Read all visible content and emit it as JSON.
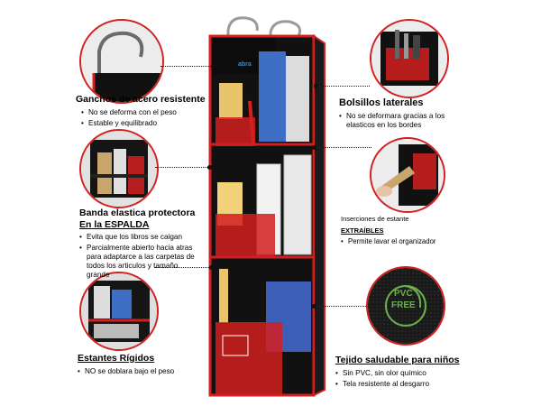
{
  "brand": "abra",
  "colors": {
    "accent": "#d21f1f",
    "body": "#111111",
    "pvc_green": "#6bb04a"
  },
  "left": {
    "hooks": {
      "title": "Ganchos de acero resistente",
      "bullets": [
        "No se deforma con el peso",
        "Estable y equilibrado"
      ]
    },
    "band": {
      "title_line1": "Banda elastica protectora",
      "title_line2": "En la ESPALDA",
      "bullets": [
        "Evita que los libros se caigan",
        "Parcialmente abierto hacia atras para adaptarce a las carpetas de todos los articulos y tamaño grande"
      ]
    },
    "shelves": {
      "title": "Estantes Rígidos",
      "bullets": [
        "NO se doblara bajo el peso"
      ]
    }
  },
  "right": {
    "pockets": {
      "title": "Bolsillos laterales",
      "bullets": [
        "No se deformara gracias a los elasticos en los bordes"
      ]
    },
    "inserts": {
      "line1": "Inserciones de estante",
      "line2": "EXTRAÍBLES",
      "bullets": [
        "Permite lavar el organizador"
      ]
    },
    "fabric": {
      "title": "Tejido saludable para niños",
      "bullets": [
        "Sin PVC, sin olor químico",
        "Tela resistente al desgarro"
      ]
    }
  },
  "badge": {
    "line1": "PVC",
    "line2": "FREE"
  }
}
